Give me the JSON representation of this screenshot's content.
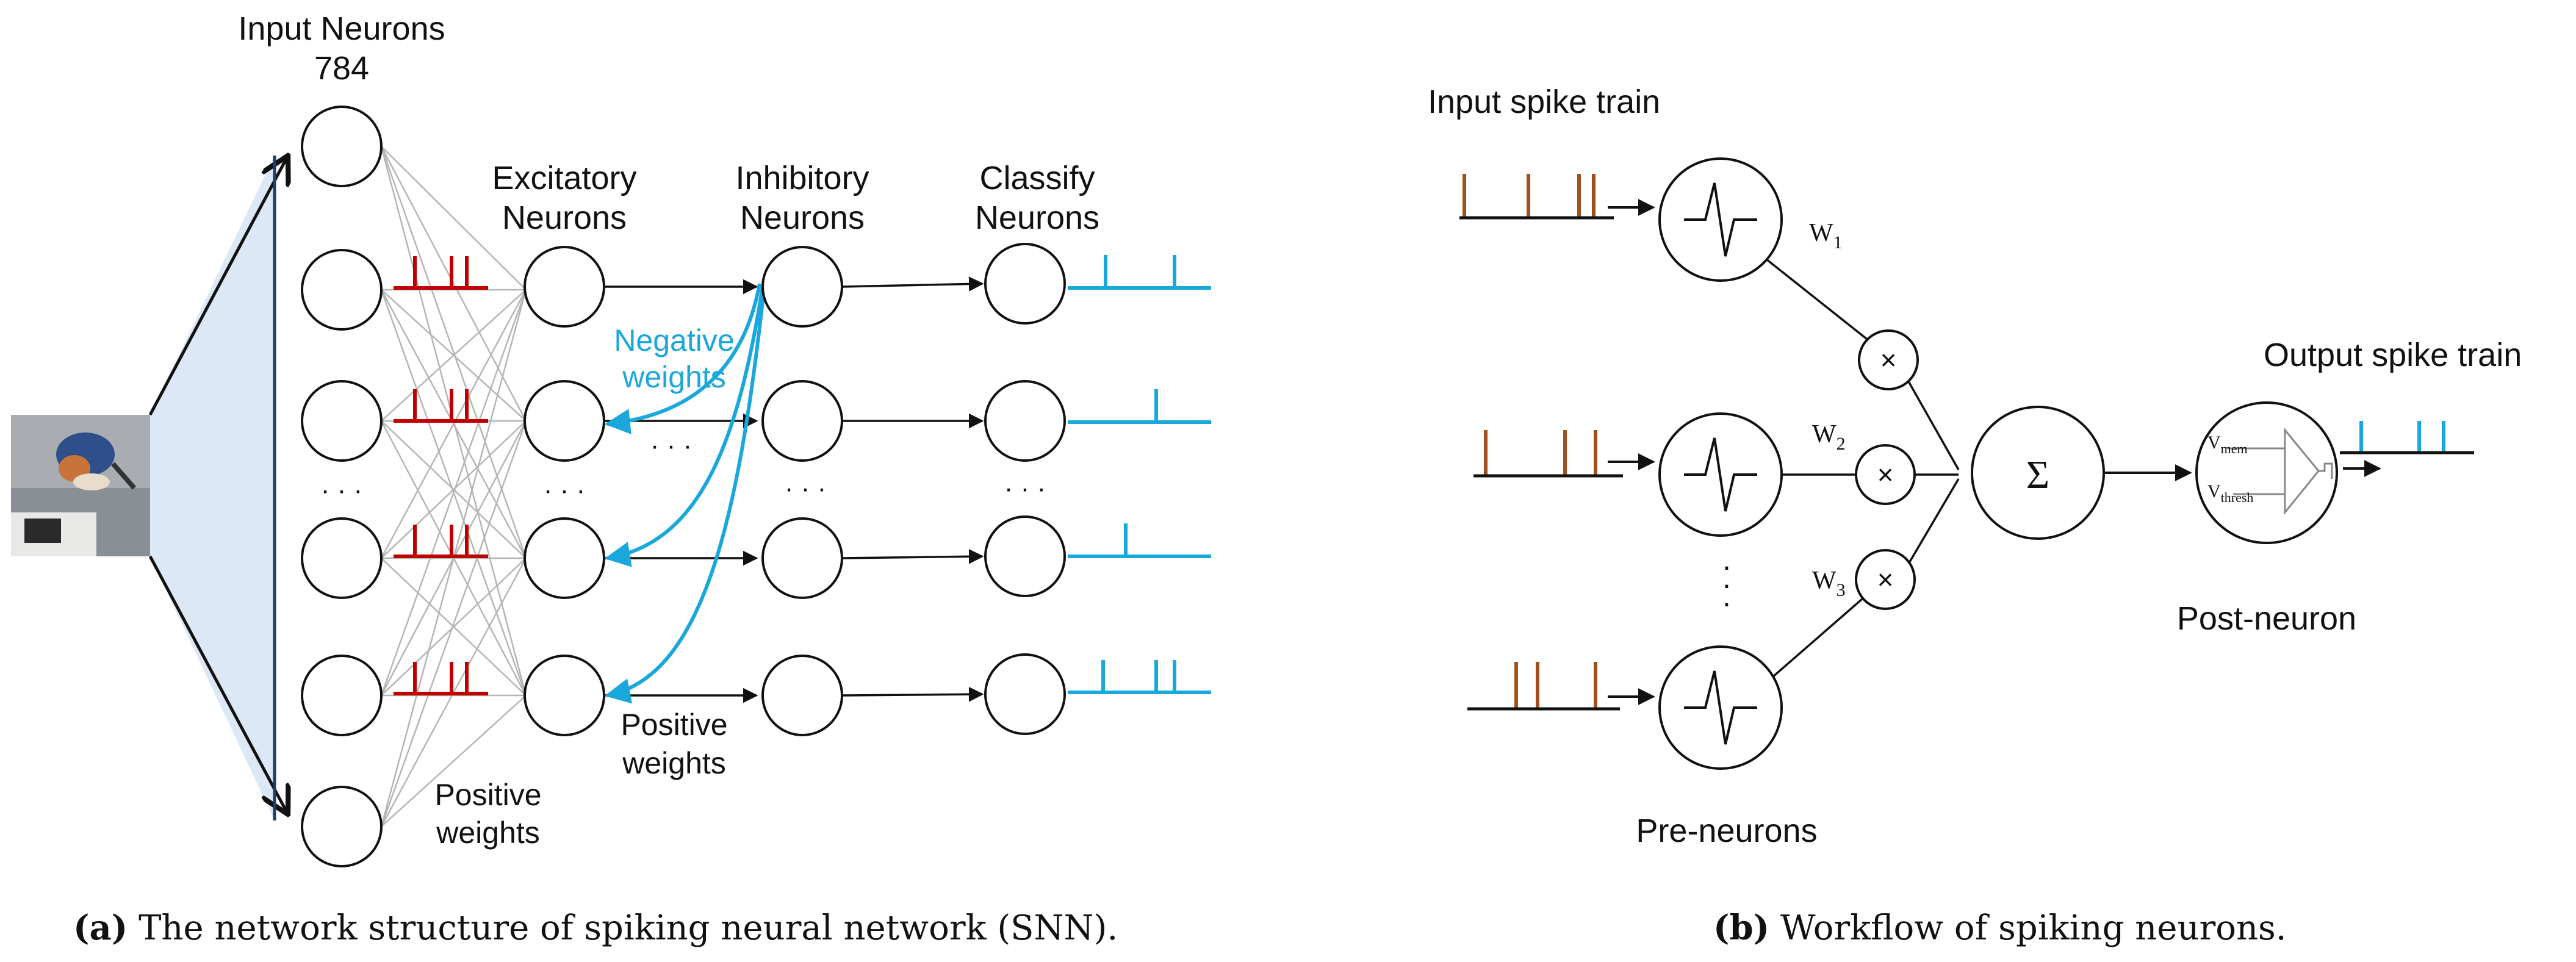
{
  "panel_a": {
    "input_title": "Input Neurons",
    "input_count": "784",
    "excitatory_label_1": "Excitatory",
    "excitatory_label_2": "Neurons",
    "inhibitory_label_1": "Inhibitory",
    "inhibitory_label_2": "Neurons",
    "classify_label_1": "Classify",
    "classify_label_2": "Neurons",
    "negative_weights_1": "Negative",
    "negative_weights_2": "weights",
    "positive_weights_mid_1": "Positive",
    "positive_weights_mid_2": "weights",
    "positive_weights_left_1": "Positive",
    "positive_weights_left_2": "weights",
    "ellipsis": "· · ·",
    "caption_letter": "(a)",
    "caption_text": " The network structure of spiking neural network (SNN)."
  },
  "panel_b": {
    "input_spike_train": "Input spike train",
    "output_spike_train": "Output spike train",
    "pre_neurons": "Pre-neurons",
    "post_neuron": "Post-neuron",
    "w1": "W",
    "w1_sub": "1",
    "w2": "W",
    "w2_sub": "2",
    "w3": "W",
    "w3_sub": "3",
    "multiply": "×",
    "sum": "Σ",
    "vmem": "V",
    "vmem_sub": "mem",
    "vthresh": "V",
    "vthresh_sub": "thresh",
    "vertical_ellipsis": "·",
    "caption_letter": "(b)",
    "caption_text": " Workflow of spiking neurons."
  },
  "colors": {
    "input_spike": "#a0521e",
    "red_spike": "#c00000",
    "blue": "#1aa7dc",
    "funnel_fill": "#dce8f5",
    "funnel_edge": "#1f3b6e"
  }
}
